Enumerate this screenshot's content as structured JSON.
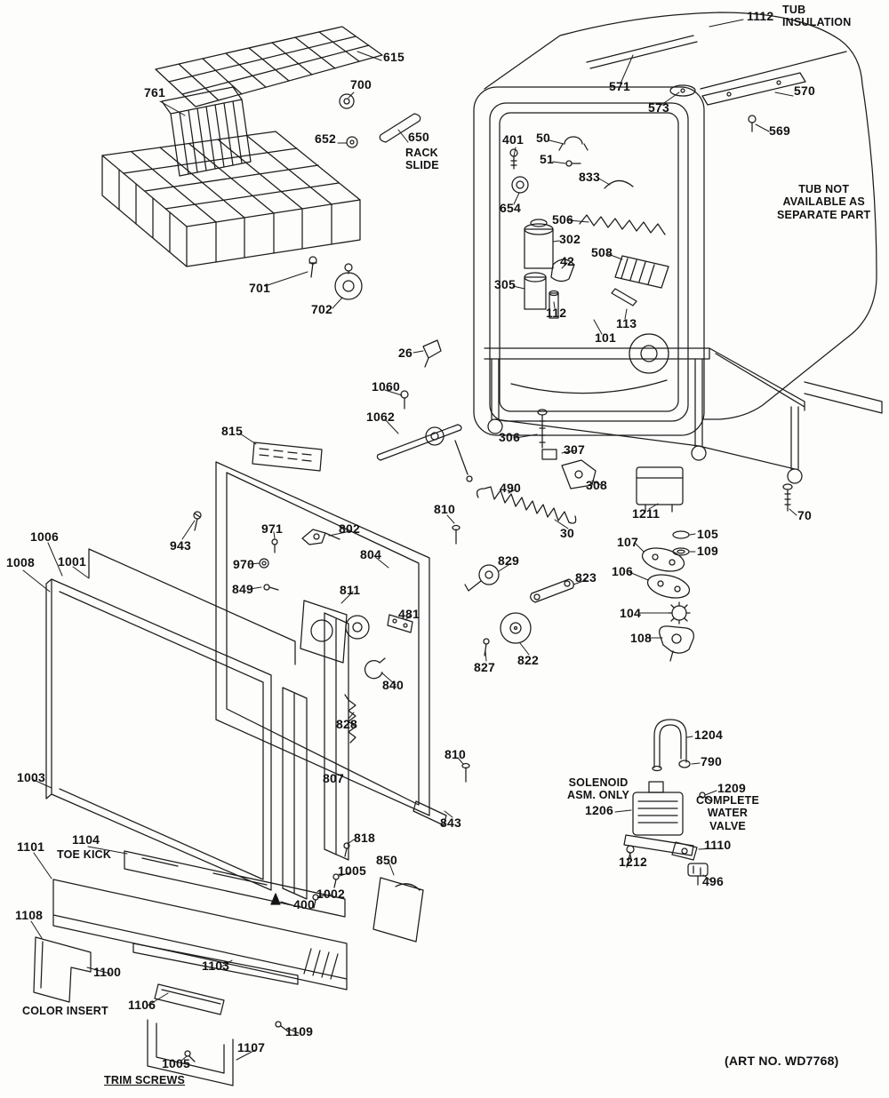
{
  "document": {
    "art_no": "(ART NO. WD7768)"
  },
  "labels": {
    "p615": "615",
    "p761": "761",
    "p700": "700",
    "p652": "652",
    "p650": "650",
    "p701": "701",
    "p702": "702",
    "p1112": "1112",
    "p571": "571",
    "p573": "573",
    "p570": "570",
    "p569": "569",
    "p401": "401",
    "p50": "50",
    "p51": "51",
    "p833": "833",
    "p654": "654",
    "p506": "506",
    "p302": "302",
    "p42": "42",
    "p508": "508",
    "p305": "305",
    "p112": "112",
    "p113": "113",
    "p101": "101",
    "p26": "26",
    "p1060": "1060",
    "p1062": "1062",
    "p306": "306",
    "p307": "307",
    "p308": "308",
    "p490": "490",
    "p30": "30",
    "p1211": "1211",
    "p70": "70",
    "p105": "105",
    "p109": "109",
    "p107": "107",
    "p106": "106",
    "p104": "104",
    "p108": "108",
    "p815": "815",
    "p943": "943",
    "p971": "971",
    "p970": "970",
    "p849": "849",
    "p802": "802",
    "p804": "804",
    "p811": "811",
    "p481": "481",
    "p810a": "810",
    "p829": "829",
    "p823": "823",
    "p822": "822",
    "p827": "827",
    "p840": "840",
    "p828": "828",
    "p807": "807",
    "p810b": "810",
    "p843": "843",
    "p1006": "1006",
    "p1008": "1008",
    "p1001": "1001",
    "p1003": "1003",
    "p818": "818",
    "p1005a": "1005",
    "p1002": "1002",
    "p400": "400",
    "p850": "850",
    "p1101": "1101",
    "p1104": "1104",
    "p1108": "1108",
    "p1100": "1100",
    "p1106": "1106",
    "p1103": "1103",
    "p1107": "1107",
    "p1109": "1109",
    "p1005b": "1005",
    "p1204": "1204",
    "p790": "790",
    "p1209": "1209",
    "p1206": "1206",
    "p1212": "1212",
    "p1110": "1110",
    "p496": "496"
  },
  "notes": {
    "tub_insulation": "TUB\nINSULATION",
    "rack_slide": "RACK\nSLIDE",
    "tub_note": "TUB NOT\nAVAILABLE AS\nSEPARATE PART",
    "toe_kick": "TOE KICK",
    "color_insert": "COLOR INSERT",
    "trim_screws": "TRIM SCREWS",
    "solenoid_note": "SOLENOID\nASM. ONLY",
    "water_valve_note": "COMPLETE\nWATER\nVALVE"
  }
}
